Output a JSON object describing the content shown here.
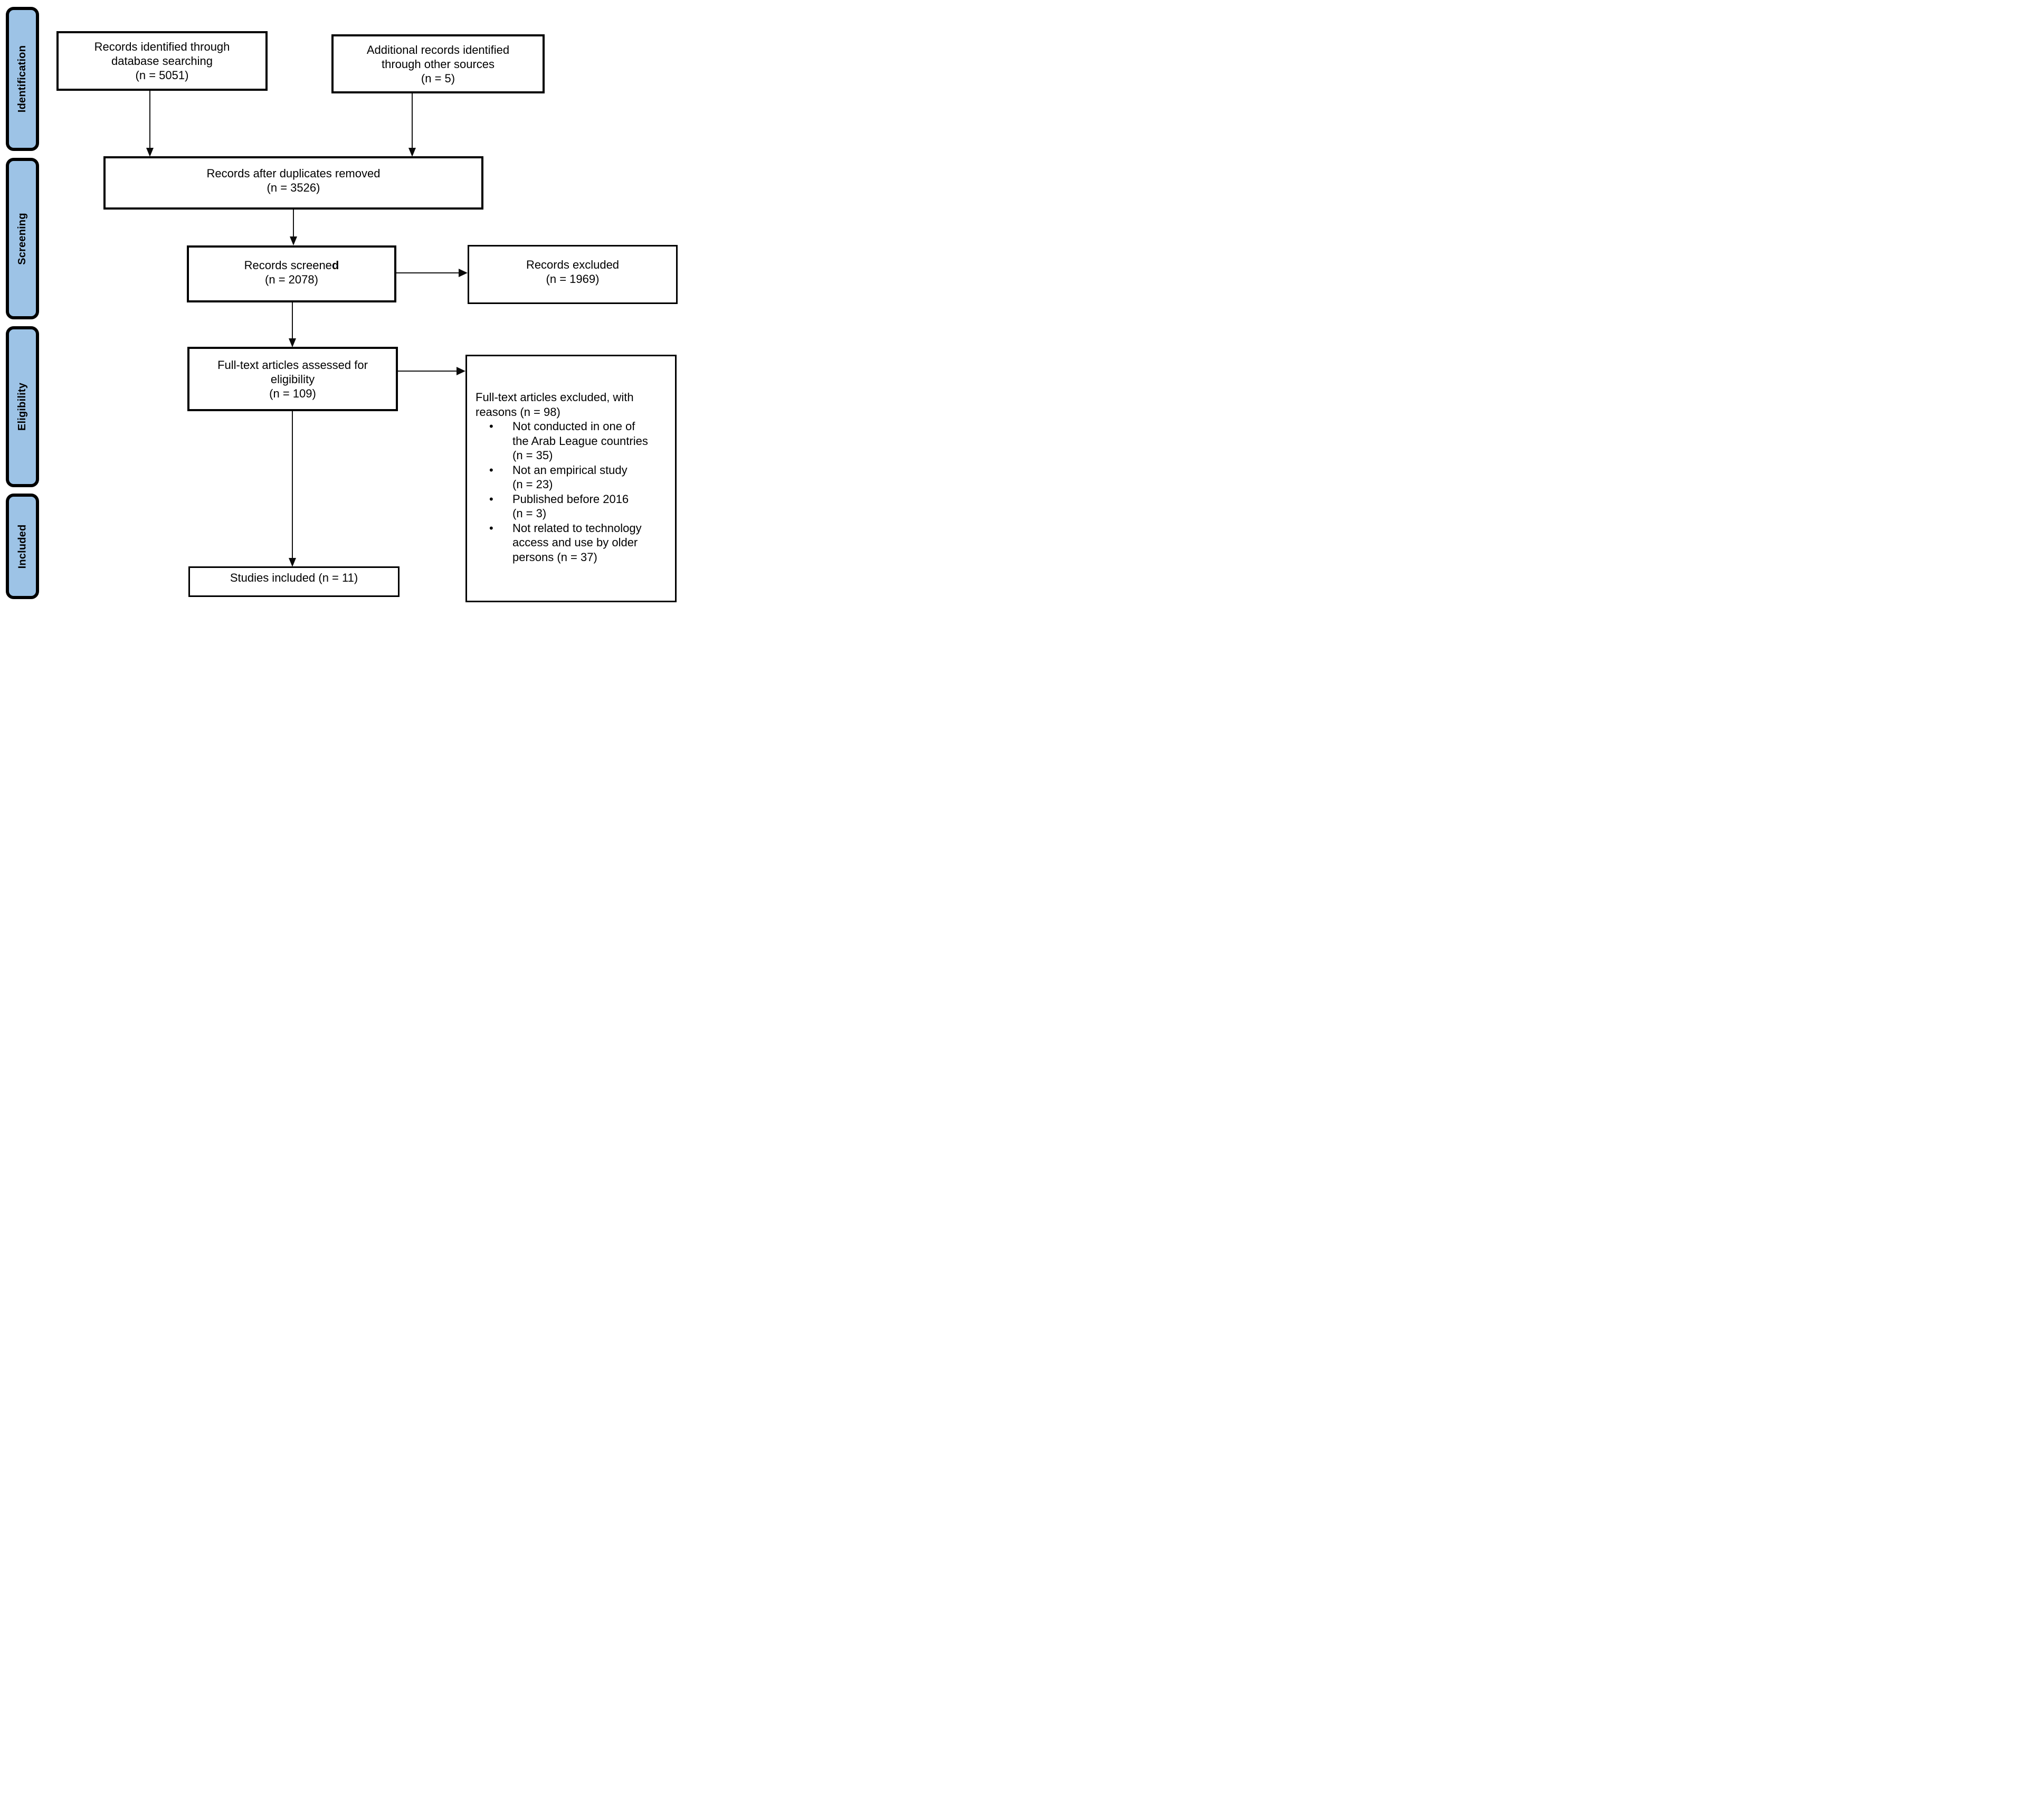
{
  "diagram": {
    "title": "PRISMA study selection flow diagram",
    "colors": {
      "stage_fill": "#9DC3E6",
      "stage_border": "#000000",
      "box_fill": "#FFFFFF",
      "box_border": "#000000",
      "arrow": "#0A0A0A"
    },
    "stages": [
      {
        "label": "Identification"
      },
      {
        "label": "Screening"
      },
      {
        "label": "Eligibility"
      },
      {
        "label": "Included"
      }
    ],
    "boxes": {
      "identified": {
        "lines": [
          "Records identified through",
          "database searching",
          "(n = 5051)"
        ]
      },
      "additional": {
        "lines": [
          "Additional records identified",
          "through other sources",
          "(n = 5)"
        ]
      },
      "deduplicated": {
        "lines": [
          "Records after duplicates removed",
          "(n = 3526)"
        ]
      },
      "screened": {
        "line1_main": "Records screene",
        "line1_bold": "d",
        "line2": "(n = 2078)"
      },
      "excluded": {
        "lines": [
          "Records excluded",
          "(n = 1969)"
        ]
      },
      "fulltext": {
        "lines": [
          "Full-text articles assessed for",
          "eligibility",
          "(n = 109)"
        ]
      },
      "fulltext_excluded": {
        "bullet_char": "•",
        "intro_lines": [
          "Full-text articles excluded, with",
          "reasons (n = 98)"
        ],
        "bullets": [
          {
            "lines": [
              "Not conducted in one of",
              "the Arab League countries",
              "(n = 35)"
            ]
          },
          {
            "lines": [
              "Not an empirical study",
              "(n = 23)"
            ]
          },
          {
            "lines": [
              "Published before 2016",
              "(n = 3)"
            ]
          },
          {
            "lines": [
              "Not related to technology",
              "access and use by older",
              "persons (n = 37)"
            ]
          }
        ]
      },
      "included_studies": {
        "lines": [
          "Studies included (n = 11)"
        ]
      }
    }
  }
}
